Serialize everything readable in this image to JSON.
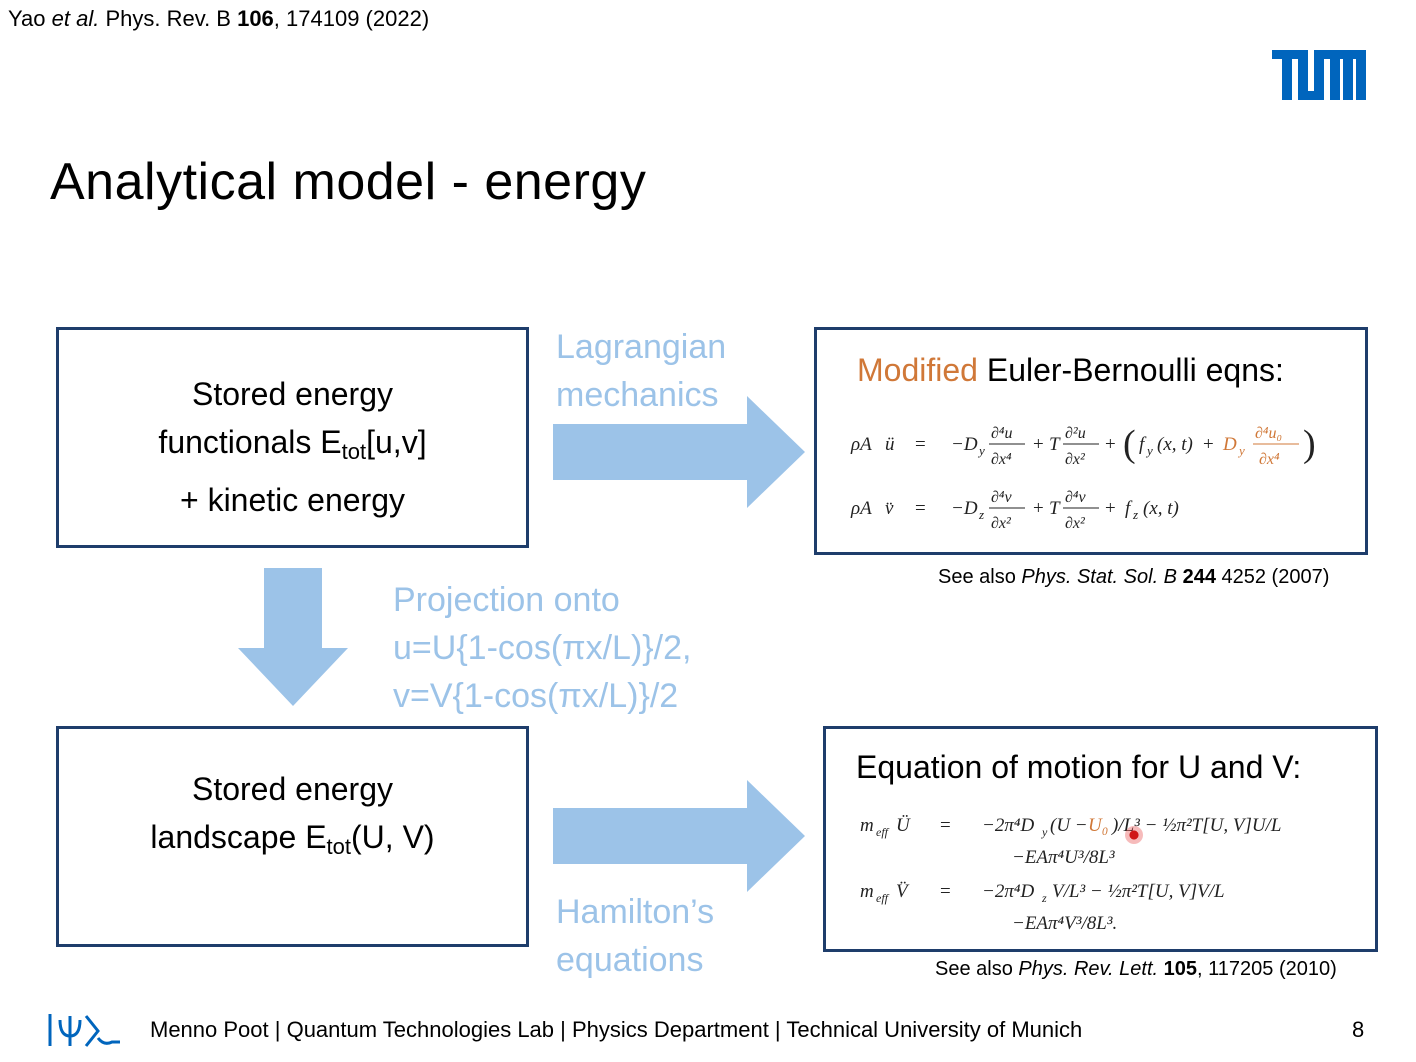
{
  "citation_top": {
    "prefix": "Yao ",
    "etal": "et al.",
    "journal": " Phys. Rev. B ",
    "volume": "106",
    "rest": ", 174109 (2022)"
  },
  "logo": {
    "text": "TUM",
    "color": "#0065bd"
  },
  "title": "Analytical model - energy",
  "colors": {
    "box_border": "#1e3d6b",
    "arrow": "#9cc3e8",
    "accent_orange": "#d07838"
  },
  "box_stored_functionals": {
    "line1": "Stored energy",
    "line2_pre": "functionals E",
    "line2_sub": "tot",
    "line2_post": "[u,v]",
    "line3": "+ kinetic energy"
  },
  "box_euler_bernoulli": {
    "highlight": "Modified",
    "heading": " Euler-Bernoulli eqns:"
  },
  "box_landscape": {
    "line1": "Stored energy",
    "line2_pre": "landscape E",
    "line2_sub": "tot",
    "line2_post": "(U, V)"
  },
  "box_eom": {
    "heading": "Equation of motion for U and V:"
  },
  "arrow_labels": {
    "lagrangian": [
      "Lagrangian",
      "mechanics"
    ],
    "projection": [
      "Projection onto",
      "u=U{1-cos(πx/L)}/2,",
      "v=V{1-cos(πx/L)}/2"
    ],
    "hamilton": [
      "Hamilton’s",
      "equations"
    ]
  },
  "ref_euler": {
    "prefix": "See also ",
    "journal": "Phys. Stat. Sol. B ",
    "volume": "244",
    "rest": " 4252 (2007)"
  },
  "ref_eom": {
    "prefix": "See also ",
    "journal": "Phys. Rev. Lett. ",
    "volume": "105",
    "rest": ", 117205 (2010)"
  },
  "footer": "Menno Poot | Quantum Technologies Lab | Physics Department | Technical University of Munich",
  "page_number": "8",
  "icons": [
    "tum-logo-icon",
    "psi-logo-icon",
    "arrow-right-icon",
    "arrow-down-icon"
  ]
}
